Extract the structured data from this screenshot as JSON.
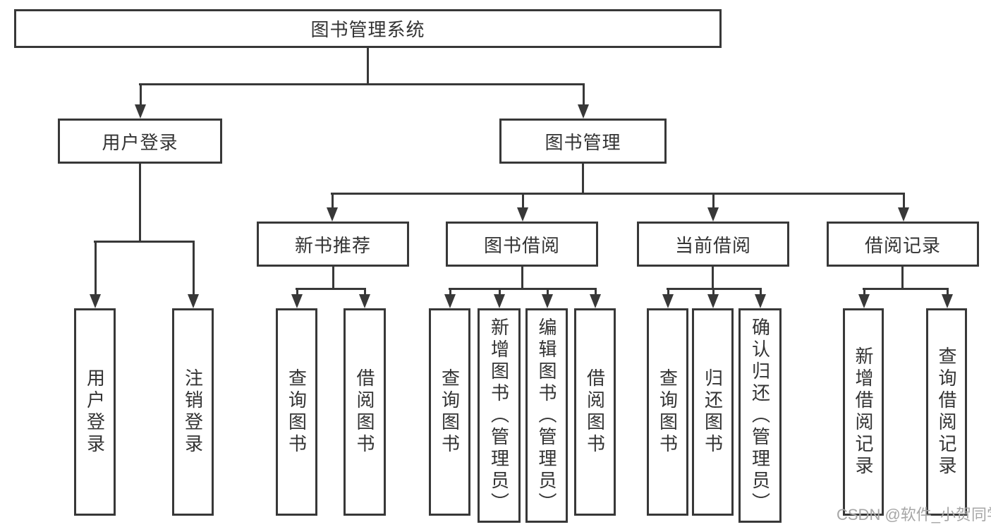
{
  "diagram_title": "图书管理系统",
  "watermark": "CSDN @软件_小贺同学",
  "colors": {
    "line": "#383838",
    "text": "#333333",
    "watermark": "#a6a6a6",
    "background": "#ffffff"
  },
  "nodes": {
    "root": {
      "label": "图书管理系统"
    },
    "user_login": {
      "label": "用户登录"
    },
    "book_mgmt": {
      "label": "图书管理"
    },
    "new_book_rec": {
      "label": "新书推荐"
    },
    "book_borrow": {
      "label": "图书借阅"
    },
    "current_borrow": {
      "label": "当前借阅"
    },
    "borrow_record": {
      "label": "借阅记录"
    },
    "ul_login": {
      "label": "用户登录"
    },
    "ul_logout": {
      "label": "注销登录"
    },
    "nb_query": {
      "label": "查询图书"
    },
    "nb_borrow": {
      "label": "借阅图书"
    },
    "bb_query": {
      "label": "查询图书"
    },
    "bb_add": {
      "label": "新增图书（管理员）"
    },
    "bb_edit": {
      "label": "编辑图书（管理员）"
    },
    "bb_borrow": {
      "label": "借阅图书"
    },
    "cb_query": {
      "label": "查询图书"
    },
    "cb_return": {
      "label": "归还图书"
    },
    "cb_confirm": {
      "label": "确认归还（管理员）"
    },
    "br_add": {
      "label": "新增借阅记录"
    },
    "br_query": {
      "label": "查询借阅记录"
    }
  }
}
